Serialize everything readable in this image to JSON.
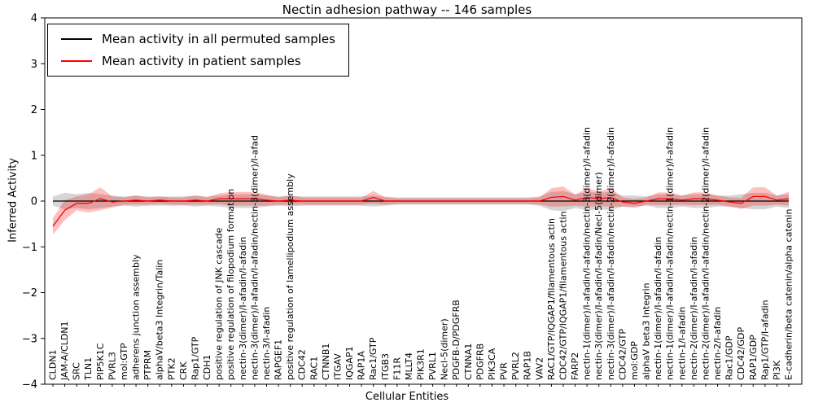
{
  "chart_data": {
    "type": "line",
    "title": "Nectin adhesion pathway -- 146 samples",
    "xlabel": "Cellular Entities",
    "ylabel": "Inferred Activity",
    "ylim": [
      -4,
      4
    ],
    "yticks": [
      -4,
      -3,
      -2,
      -1,
      0,
      1,
      2,
      3,
      4
    ],
    "grid": false,
    "legend_position": "upper left",
    "categories": [
      "CLDN1",
      "JAM-A/CLDN1",
      "SRC",
      "TLN1",
      "PIP5K1C",
      "PVRL3",
      "mol:GTP",
      "adherens junction assembly",
      "PTPRM",
      "alphaV/beta3 Integrin/Talin",
      "PTK2",
      "CRK",
      "Rap1/GTP",
      "CDH1",
      "positive regulation of JNK cascade",
      "positive regulation of filopodium formation",
      "nectin-3(dimer)/I-afadin/I-afadin",
      "nectin-3(dimer)/I-afadin/I-afadin/nectin-3(dimer)/I-afad",
      "nectin-3/I-afadin",
      "RAPGEF1",
      "positive regulation of lamellipodium assembly",
      "CDC42",
      "RAC1",
      "CTNNB1",
      "ITGAV",
      "IQGAP1",
      "RAP1A",
      "Rac1/GTP",
      "ITGB3",
      "F11R",
      "MLLT4",
      "PIK3R1",
      "PVRL1",
      "Necl-5(dimer)",
      "PDGFB-D/PDGFRB",
      "CTNNA1",
      "PDGFRB",
      "PIK3CA",
      "PVR",
      "PVRL2",
      "RAP1B",
      "VAV2",
      "RAC1/GTP/IQGAP1/filamentous actin",
      "CDC42/GTP/IQGAP1/filamentous actin",
      "FARP2",
      "nectin-1(dimer)/I-afadin/I-afadin/nectin-3(dimer)/I-afadin",
      "nectin-3(dimer)/I-afadin/I-afadin/Necl-5(dimer)",
      "nectin-3(dimer)/I-afadin/I-afadin/nectin-2(dimer)/I-afadin",
      "CDC42/GTP",
      "mol:GDP",
      "alphaV beta3 Integrin",
      "nectin-1(dimer)/I-afadin/I-afadin",
      "nectin-1(dimer)/I-afadin/I-afadin/nectin-1(dimer)/I-afadin",
      "nectin-1/I-afadin",
      "nectin-2(dimer)/I-afadin/I-afadin",
      "nectin-2(dimer)/I-afadin/I-afadin/nectin-2(dimer)/I-afadin",
      "nectin-2/I-afadin",
      "Rac1/GDP",
      "CDC42/GDP",
      "RAP1/GDP",
      "Rap1/GTP/I-afadin",
      "PI3K",
      "E-cadherin/beta catenin/alpha catenin"
    ],
    "series": [
      {
        "name": "Mean activity in all permuted samples",
        "color": "#000000",
        "band_color": "#888888",
        "band_opacity": 0.35,
        "values": [
          0,
          0,
          0,
          0,
          0,
          0,
          0,
          0,
          0,
          0,
          0,
          0,
          0,
          0,
          0,
          0,
          0,
          0,
          0,
          0,
          0,
          0,
          0,
          0,
          0,
          0,
          0,
          0,
          0,
          0,
          0,
          0,
          0,
          0,
          0,
          0,
          0,
          0,
          0,
          0,
          0,
          0,
          0,
          0,
          0,
          0,
          0,
          0,
          0,
          0,
          0,
          0,
          0,
          0,
          0,
          0,
          0,
          0,
          0,
          0,
          0,
          0,
          0
        ],
        "band": [
          0.1,
          0.18,
          0.15,
          0.18,
          0.15,
          0.12,
          0.1,
          0.12,
          0.1,
          0.1,
          0.1,
          0.1,
          0.12,
          0.1,
          0.12,
          0.15,
          0.15,
          0.15,
          0.12,
          0.1,
          0.12,
          0.1,
          0.1,
          0.1,
          0.1,
          0.1,
          0.1,
          0.12,
          0.1,
          0.08,
          0.08,
          0.08,
          0.08,
          0.08,
          0.08,
          0.08,
          0.08,
          0.08,
          0.08,
          0.08,
          0.08,
          0.1,
          0.2,
          0.22,
          0.15,
          0.2,
          0.18,
          0.2,
          0.12,
          0.12,
          0.1,
          0.15,
          0.15,
          0.12,
          0.15,
          0.15,
          0.12,
          0.12,
          0.15,
          0.18,
          0.18,
          0.12,
          0.15
        ]
      },
      {
        "name": "Mean activity in patient samples",
        "color": "#ff0000",
        "band_color": "#ff0000",
        "band_opacity": 0.25,
        "values": [
          -0.55,
          -0.2,
          -0.05,
          -0.05,
          0.05,
          -0.02,
          0,
          0.02,
          0,
          0.02,
          0,
          0,
          0.02,
          0,
          0.05,
          0.05,
          0.05,
          0.05,
          0.02,
          0,
          0.02,
          0,
          0,
          0,
          0,
          0,
          0,
          0.08,
          0,
          0,
          0,
          0,
          0,
          0,
          0,
          0,
          0,
          0,
          0,
          0,
          0,
          0,
          0.08,
          0.1,
          0.02,
          0.08,
          0.05,
          0.08,
          -0.02,
          -0.05,
          0,
          0.05,
          0.05,
          0.02,
          0.05,
          0.05,
          0.02,
          -0.02,
          -0.05,
          0.1,
          0.1,
          0.02,
          0.05
        ],
        "band": [
          0.18,
          0.22,
          0.15,
          0.2,
          0.25,
          0.12,
          0.08,
          0.1,
          0.08,
          0.08,
          0.08,
          0.08,
          0.1,
          0.08,
          0.12,
          0.15,
          0.15,
          0.15,
          0.12,
          0.08,
          0.1,
          0.08,
          0.08,
          0.08,
          0.08,
          0.08,
          0.08,
          0.14,
          0.08,
          0.06,
          0.06,
          0.06,
          0.06,
          0.06,
          0.06,
          0.06,
          0.06,
          0.06,
          0.06,
          0.06,
          0.06,
          0.08,
          0.2,
          0.22,
          0.12,
          0.2,
          0.16,
          0.2,
          0.1,
          0.1,
          0.08,
          0.14,
          0.14,
          0.1,
          0.14,
          0.14,
          0.1,
          0.1,
          0.12,
          0.2,
          0.2,
          0.1,
          0.15
        ]
      }
    ]
  }
}
